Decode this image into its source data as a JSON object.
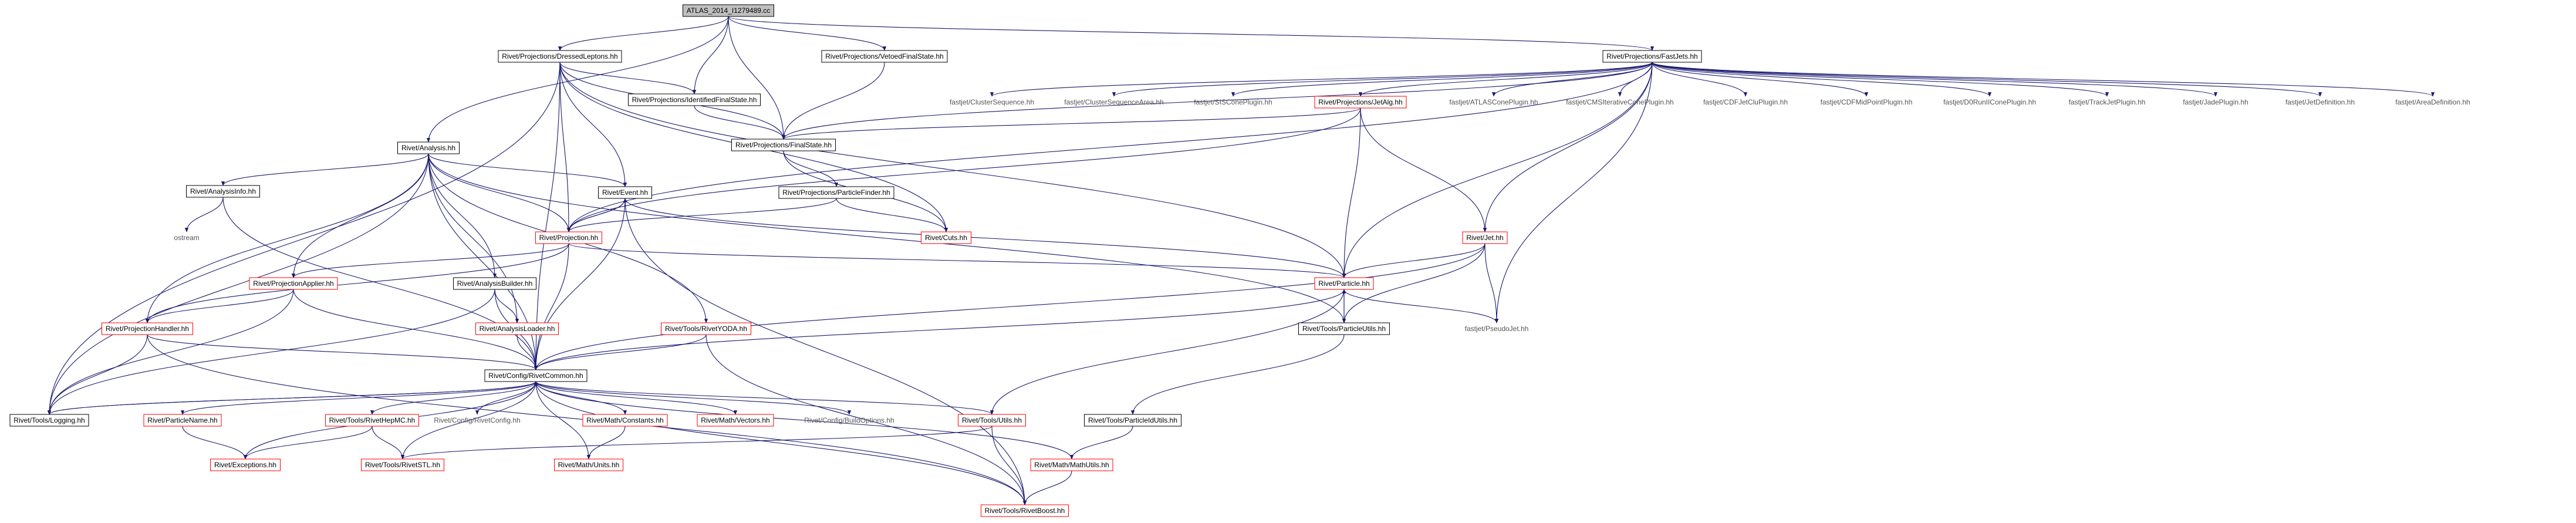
{
  "colors": {
    "edge": "#191970",
    "missing_border": "#ff0000",
    "normal_border": "#000000",
    "external_text": "#555555",
    "root_fill": "#bfbfbf"
  },
  "nodes": {
    "root": {
      "label": "ATLAS_2014_I1279489.cc",
      "style": "root"
    },
    "dressed": {
      "label": "Rivet/Projections/DressedLeptons.hh",
      "style": "normal"
    },
    "vetoed": {
      "label": "Rivet/Projections/VetoedFinalState.hh",
      "style": "normal"
    },
    "fastjets": {
      "label": "Rivet/Projections/FastJets.hh",
      "style": "normal"
    },
    "ident": {
      "label": "Rivet/Projections/IdentifiedFinalState.hh",
      "style": "normal"
    },
    "finalstate": {
      "label": "Rivet/Projections/FinalState.hh",
      "style": "normal"
    },
    "analysis": {
      "label": "Rivet/Analysis.hh",
      "style": "normal"
    },
    "clseq": {
      "label": "fastjet/ClusterSequence.hh",
      "style": "external"
    },
    "clseqarea": {
      "label": "fastjet/ClusterSequenceArea.hh",
      "style": "external"
    },
    "siscone": {
      "label": "fastjet/SISConePlugin.hh",
      "style": "external"
    },
    "jetalg": {
      "label": "Rivet/Projections/JetAlg.hh",
      "style": "missing"
    },
    "atlascone": {
      "label": "fastjet/ATLASConePlugin.hh",
      "style": "external"
    },
    "cmsitcone": {
      "label": "fastjet/CMSIterativeConePlugin.hh",
      "style": "external"
    },
    "cdfjetclu": {
      "label": "fastjet/CDFJetCluPlugin.hh",
      "style": "external"
    },
    "cdfmidpoint": {
      "label": "fastjet/CDFMidPointPlugin.hh",
      "style": "external"
    },
    "d0run": {
      "label": "fastjet/D0RunIIConePlugin.hh",
      "style": "external"
    },
    "trackjet": {
      "label": "fastjet/TrackJetPlugin.hh",
      "style": "external"
    },
    "jade": {
      "label": "fastjet/JadePlugin.hh",
      "style": "external"
    },
    "jetdef": {
      "label": "fastjet/JetDefinition.hh",
      "style": "external"
    },
    "areadef": {
      "label": "fastjet/AreaDefinition.hh",
      "style": "external"
    },
    "analysisinfo": {
      "label": "Rivet/AnalysisInfo.hh",
      "style": "normal"
    },
    "event": {
      "label": "Rivet/Event.hh",
      "style": "normal"
    },
    "particlefinder": {
      "label": "Rivet/Projections/ParticleFinder.hh",
      "style": "normal"
    },
    "ostream": {
      "label": "ostream",
      "style": "external"
    },
    "projection": {
      "label": "Rivet/Projection.hh",
      "style": "missing"
    },
    "cuts": {
      "label": "Rivet/Cuts.hh",
      "style": "missing"
    },
    "jet": {
      "label": "Rivet/Jet.hh",
      "style": "missing"
    },
    "projapplier": {
      "label": "Rivet/ProjectionApplier.hh",
      "style": "missing"
    },
    "analysisbuilder": {
      "label": "Rivet/AnalysisBuilder.hh",
      "style": "normal"
    },
    "particle": {
      "label": "Rivet/Particle.hh",
      "style": "missing"
    },
    "projhandler": {
      "label": "Rivet/ProjectionHandler.hh",
      "style": "missing"
    },
    "analysisloader": {
      "label": "Rivet/AnalysisLoader.hh",
      "style": "missing"
    },
    "rivetyoda": {
      "label": "Rivet/Tools/RivetYODA.hh",
      "style": "missing"
    },
    "particleutils": {
      "label": "Rivet/Tools/ParticleUtils.hh",
      "style": "normal"
    },
    "pseudojet": {
      "label": "fastjet/PseudoJet.hh",
      "style": "external"
    },
    "rivetcommon": {
      "label": "Rivet/Config/RivetCommon.hh",
      "style": "normal"
    },
    "logging": {
      "label": "Rivet/Tools/Logging.hh",
      "style": "normal"
    },
    "particlename": {
      "label": "Rivet/ParticleName.hh",
      "style": "missing"
    },
    "rivethepmc": {
      "label": "Rivet/Tools/RivetHepMC.hh",
      "style": "missing"
    },
    "rivetconfig": {
      "label": "Rivet/Config/RivetConfig.hh",
      "style": "external"
    },
    "constants": {
      "label": "Rivet/Math/Constants.hh",
      "style": "missing"
    },
    "vectors": {
      "label": "Rivet/Math/Vectors.hh",
      "style": "missing"
    },
    "buildoptions": {
      "label": "Rivet/Config/BuildOptions.hh",
      "style": "external"
    },
    "utils": {
      "label": "Rivet/Tools/Utils.hh",
      "style": "missing"
    },
    "particleidutils": {
      "label": "Rivet/Tools/ParticleIdUtils.hh",
      "style": "normal"
    },
    "exceptions": {
      "label": "Rivet/Exceptions.hh",
      "style": "missing"
    },
    "rivetstl": {
      "label": "Rivet/Tools/RivetSTL.hh",
      "style": "missing"
    },
    "units": {
      "label": "Rivet/Math/Units.hh",
      "style": "missing"
    },
    "mathutils": {
      "label": "Rivet/Math/MathUtils.hh",
      "style": "missing"
    },
    "rivetboost": {
      "label": "Rivet/Tools/RivetBoost.hh",
      "style": "missing"
    }
  },
  "edges": [
    [
      "root",
      "dressed"
    ],
    [
      "root",
      "vetoed"
    ],
    [
      "root",
      "fastjets"
    ],
    [
      "root",
      "ident"
    ],
    [
      "root",
      "finalstate"
    ],
    [
      "root",
      "analysis"
    ],
    [
      "dressed",
      "ident"
    ],
    [
      "dressed",
      "finalstate"
    ],
    [
      "dressed",
      "projection"
    ],
    [
      "dressed",
      "cuts"
    ],
    [
      "dressed",
      "event"
    ],
    [
      "dressed",
      "particle"
    ],
    [
      "dressed",
      "logging"
    ],
    [
      "dressed",
      "rivetcommon"
    ],
    [
      "vetoed",
      "finalstate"
    ],
    [
      "fastjets",
      "finalstate"
    ],
    [
      "fastjets",
      "clseq"
    ],
    [
      "fastjets",
      "clseqarea"
    ],
    [
      "fastjets",
      "siscone"
    ],
    [
      "fastjets",
      "jetalg"
    ],
    [
      "fastjets",
      "atlascone"
    ],
    [
      "fastjets",
      "cmsitcone"
    ],
    [
      "fastjets",
      "cdfjetclu"
    ],
    [
      "fastjets",
      "cdfmidpoint"
    ],
    [
      "fastjets",
      "d0run"
    ],
    [
      "fastjets",
      "trackjet"
    ],
    [
      "fastjets",
      "jade"
    ],
    [
      "fastjets",
      "jetdef"
    ],
    [
      "fastjets",
      "areadef"
    ],
    [
      "fastjets",
      "projection"
    ],
    [
      "fastjets",
      "jet"
    ],
    [
      "fastjets",
      "particle"
    ],
    [
      "fastjets",
      "pseudojet"
    ],
    [
      "ident",
      "finalstate"
    ],
    [
      "finalstate",
      "particlefinder"
    ],
    [
      "finalstate",
      "cuts"
    ],
    [
      "particlefinder",
      "projection"
    ],
    [
      "particlefinder",
      "cuts"
    ],
    [
      "jetalg",
      "finalstate"
    ],
    [
      "jetalg",
      "projection"
    ],
    [
      "jetalg",
      "jet"
    ],
    [
      "jetalg",
      "particle"
    ],
    [
      "analysis",
      "analysisinfo"
    ],
    [
      "analysis",
      "event"
    ],
    [
      "analysis",
      "projection"
    ],
    [
      "analysis",
      "projapplier"
    ],
    [
      "analysis",
      "projhandler"
    ],
    [
      "analysis",
      "analysisbuilder"
    ],
    [
      "analysis",
      "analysisloader"
    ],
    [
      "analysis",
      "rivetyoda"
    ],
    [
      "analysis",
      "particleutils"
    ],
    [
      "analysis",
      "logging"
    ],
    [
      "analysis",
      "rivetcommon"
    ],
    [
      "analysisinfo",
      "ostream"
    ],
    [
      "analysisinfo",
      "rivetcommon"
    ],
    [
      "event",
      "projection"
    ],
    [
      "event",
      "particle"
    ],
    [
      "event",
      "rivetcommon"
    ],
    [
      "event",
      "rivetboost"
    ],
    [
      "projection",
      "event"
    ],
    [
      "projection",
      "projapplier"
    ],
    [
      "projection",
      "projhandler"
    ],
    [
      "projection",
      "particle"
    ],
    [
      "projection",
      "rivetcommon"
    ],
    [
      "projapplier",
      "projhandler"
    ],
    [
      "projapplier",
      "logging"
    ],
    [
      "projapplier",
      "rivetcommon"
    ],
    [
      "analysisbuilder",
      "analysisloader"
    ],
    [
      "analysisbuilder",
      "logging"
    ],
    [
      "analysisbuilder",
      "rivetcommon"
    ],
    [
      "analysisloader",
      "rivetcommon"
    ],
    [
      "projhandler",
      "logging"
    ],
    [
      "projhandler",
      "rivetcommon"
    ],
    [
      "projhandler",
      "rivetboost"
    ],
    [
      "rivetyoda",
      "rivetcommon"
    ],
    [
      "rivetyoda",
      "rivetboost"
    ],
    [
      "jet",
      "particle"
    ],
    [
      "jet",
      "particleutils"
    ],
    [
      "jet",
      "pseudojet"
    ],
    [
      "jet",
      "rivetcommon"
    ],
    [
      "particle",
      "particleutils"
    ],
    [
      "particle",
      "pseudojet"
    ],
    [
      "particle",
      "rivetcommon"
    ],
    [
      "particle",
      "utils"
    ],
    [
      "particleutils",
      "particle"
    ],
    [
      "particleutils",
      "particleidutils"
    ],
    [
      "rivetcommon",
      "logging"
    ],
    [
      "rivetcommon",
      "particlename"
    ],
    [
      "rivetcommon",
      "rivethepmc"
    ],
    [
      "rivetcommon",
      "rivetconfig"
    ],
    [
      "rivetcommon",
      "constants"
    ],
    [
      "rivetcommon",
      "vectors"
    ],
    [
      "rivetcommon",
      "buildoptions"
    ],
    [
      "rivetcommon",
      "utils"
    ],
    [
      "rivetcommon",
      "exceptions"
    ],
    [
      "rivetcommon",
      "rivetstl"
    ],
    [
      "rivetcommon",
      "units"
    ],
    [
      "rivetcommon",
      "mathutils"
    ],
    [
      "rivetcommon",
      "rivetboost"
    ],
    [
      "logging",
      "rivetcommon"
    ],
    [
      "particlename",
      "exceptions"
    ],
    [
      "rivethepmc",
      "exceptions"
    ],
    [
      "rivethepmc",
      "rivetstl"
    ],
    [
      "constants",
      "units"
    ],
    [
      "utils",
      "rivetstl"
    ],
    [
      "utils",
      "rivetboost"
    ],
    [
      "particleidutils",
      "mathutils"
    ],
    [
      "mathutils",
      "rivetboost"
    ]
  ]
}
